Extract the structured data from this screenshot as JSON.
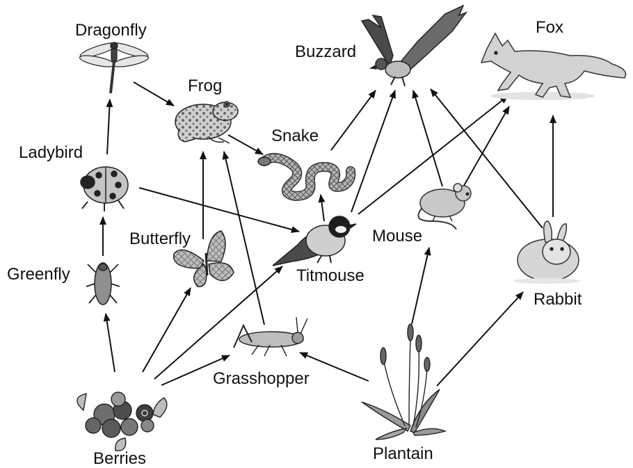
{
  "organisms": {
    "dragonfly": "Dragonfly",
    "frog": "Frog",
    "buzzard": "Buzzard",
    "fox": "Fox",
    "snake": "Snake",
    "ladybird": "Ladybird",
    "mouse": "Mouse",
    "butterfly": "Butterfly",
    "titmouse": "Titmouse",
    "greenfly": "Greenfly",
    "rabbit": "Rabbit",
    "grasshopper": "Grasshopper",
    "berries": "Berries",
    "plantain": "Plantain"
  },
  "feeding_links": [
    {
      "from": "Berries",
      "to": "Greenfly"
    },
    {
      "from": "Berries",
      "to": "Butterfly"
    },
    {
      "from": "Berries",
      "to": "Titmouse"
    },
    {
      "from": "Berries",
      "to": "Grasshopper"
    },
    {
      "from": "Greenfly",
      "to": "Ladybird"
    },
    {
      "from": "Ladybird",
      "to": "Dragonfly"
    },
    {
      "from": "Ladybird",
      "to": "Titmouse"
    },
    {
      "from": "Dragonfly",
      "to": "Frog"
    },
    {
      "from": "Butterfly",
      "to": "Frog"
    },
    {
      "from": "Grasshopper",
      "to": "Frog"
    },
    {
      "from": "Frog",
      "to": "Snake"
    },
    {
      "from": "Titmouse",
      "to": "Snake"
    },
    {
      "from": "Snake",
      "to": "Buzzard"
    },
    {
      "from": "Titmouse",
      "to": "Buzzard"
    },
    {
      "from": "Titmouse",
      "to": "Fox"
    },
    {
      "from": "Mouse",
      "to": "Buzzard"
    },
    {
      "from": "Mouse",
      "to": "Fox"
    },
    {
      "from": "Rabbit",
      "to": "Buzzard"
    },
    {
      "from": "Rabbit",
      "to": "Fox"
    },
    {
      "from": "Plantain",
      "to": "Grasshopper"
    },
    {
      "from": "Plantain",
      "to": "Mouse"
    },
    {
      "from": "Plantain",
      "to": "Rabbit"
    }
  ],
  "colors": {
    "ink": "#111111",
    "fill_light": "#d9d9d9",
    "fill_mid": "#a6a6a6",
    "fill_dark": "#555555"
  }
}
